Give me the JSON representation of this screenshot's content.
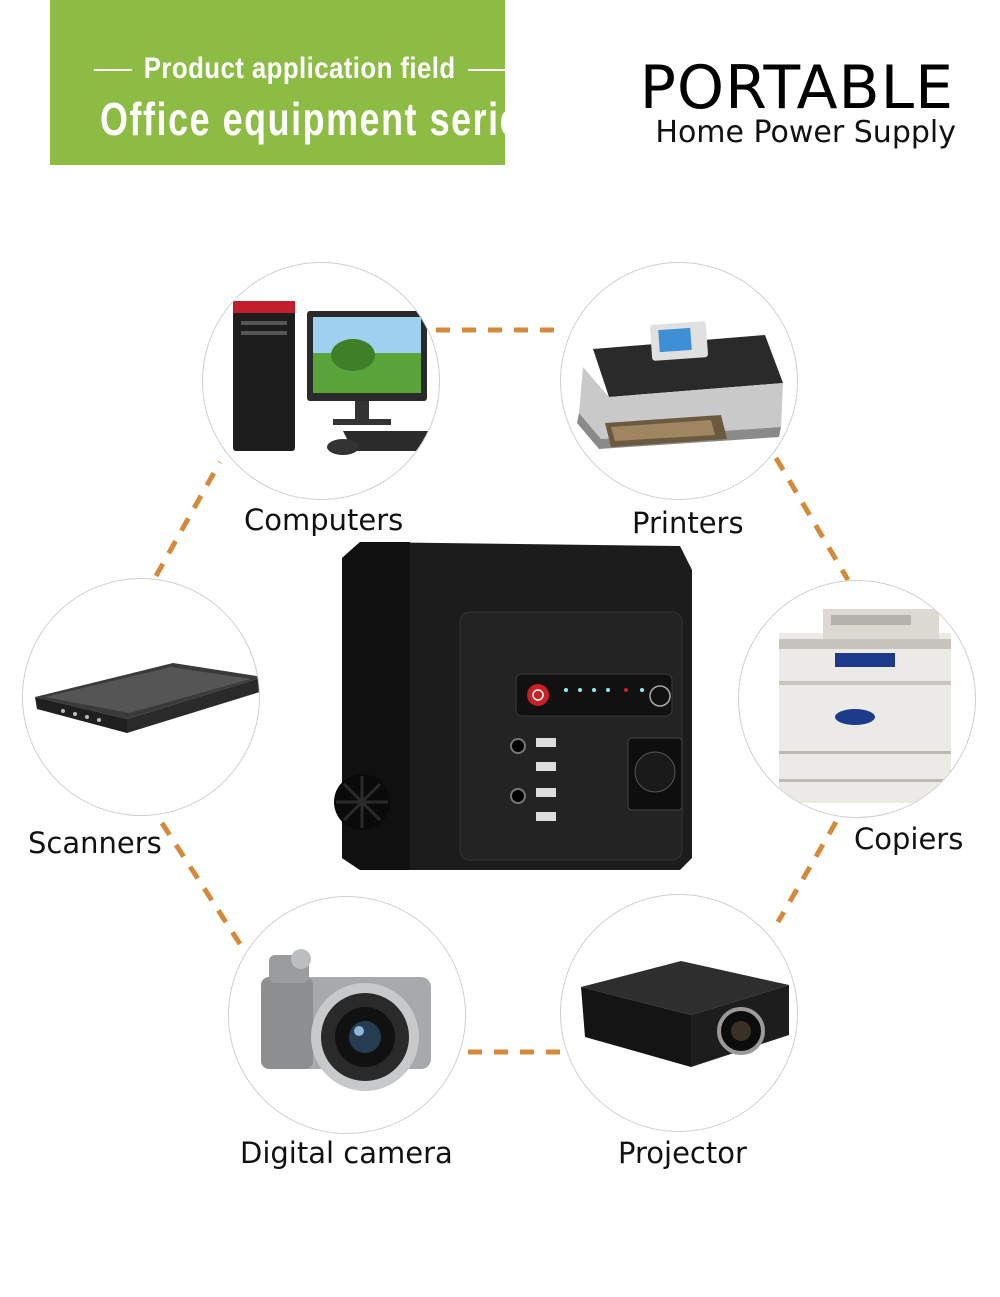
{
  "header": {
    "subtitle": "Product application field",
    "title": "Office equipment series"
  },
  "brand": {
    "title": "PORTABLE",
    "subtitle": "Home Power Supply"
  },
  "colors": {
    "banner": "#8cbc43",
    "dashes": "#d48a3a",
    "device": "#1c1c1c"
  },
  "categories": {
    "computers": "Computers",
    "printers": "Printers",
    "scanners": "Scanners",
    "copiers": "Copiers",
    "camera": "Digital camera",
    "projector": "Projector"
  },
  "icons": [
    "computer-icon",
    "printer-icon",
    "scanner-icon",
    "copier-icon",
    "camera-icon",
    "projector-icon"
  ]
}
